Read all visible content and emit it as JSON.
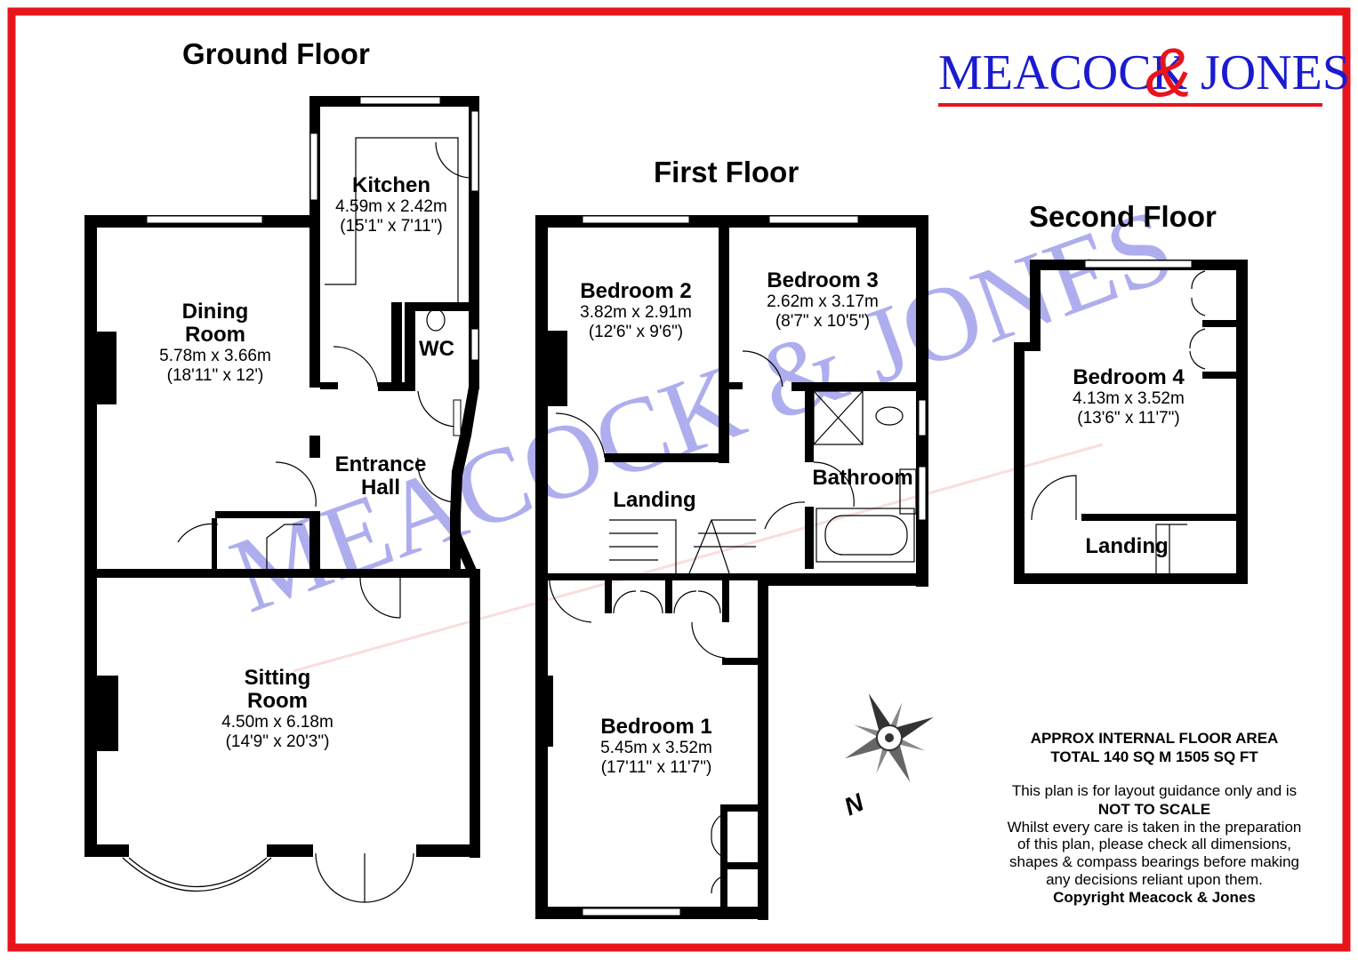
{
  "brand": {
    "name_left": "MEACOCK",
    "amp": "&",
    "name_right": "JONES",
    "watermark": "MEACOCK & JONES"
  },
  "colors": {
    "border": "#e8141c",
    "brand_blue": "#1a1ad0",
    "brand_red": "#e8141c",
    "watermark": "#c8c8f0"
  },
  "floors": {
    "ground": "Ground Floor",
    "first": "First Floor",
    "second": "Second Floor"
  },
  "rooms": {
    "kitchen": {
      "name": "Kitchen",
      "metric": "4.59m x 2.42m",
      "imperial": "(15'1\" x 7'11\")"
    },
    "dining": {
      "name1": "Dining",
      "name2": "Room",
      "metric": "5.78m x 3.66m",
      "imperial": "(18'11\" x 12')"
    },
    "wc": {
      "name": "WC"
    },
    "hall": {
      "name1": "Entrance",
      "name2": "Hall"
    },
    "sitting": {
      "name1": "Sitting",
      "name2": "Room",
      "metric": "4.50m x 6.18m",
      "imperial": "(14'9\" x 20'3\")"
    },
    "bed2": {
      "name": "Bedroom 2",
      "metric": "3.82m x 2.91m",
      "imperial": "(12'6\" x 9'6\")"
    },
    "bed3": {
      "name": "Bedroom 3",
      "metric": "2.62m x 3.17m",
      "imperial": "(8'7\" x 10'5\")"
    },
    "bathroom": {
      "name": "Bathroom"
    },
    "landing1": {
      "name": "Landing"
    },
    "bed1": {
      "name": "Bedroom 1",
      "metric": "5.45m x 3.52m",
      "imperial": "(17'11\" x 11'7\")"
    },
    "bed4": {
      "name": "Bedroom 4",
      "metric": "4.13m x 3.52m",
      "imperial": "(13'6\" x 11'7\")"
    },
    "landing2": {
      "name": "Landing"
    }
  },
  "area": {
    "line1": "APPROX INTERNAL FLOOR AREA",
    "line2": "TOTAL 140 SQ M 1505 SQ FT"
  },
  "disclaimer": {
    "l1": "This plan is for layout guidance only and is",
    "l2": "NOT TO SCALE",
    "l3": "Whilst every care is taken in the preparation",
    "l4": "of this plan, please check all dimensions,",
    "l5": "shapes & compass bearings before making",
    "l6": "any decisions reliant upon them.",
    "l7": "Copyright Meacock & Jones"
  },
  "compass": {
    "label": "N",
    "icon": "compass-rose-icon"
  }
}
